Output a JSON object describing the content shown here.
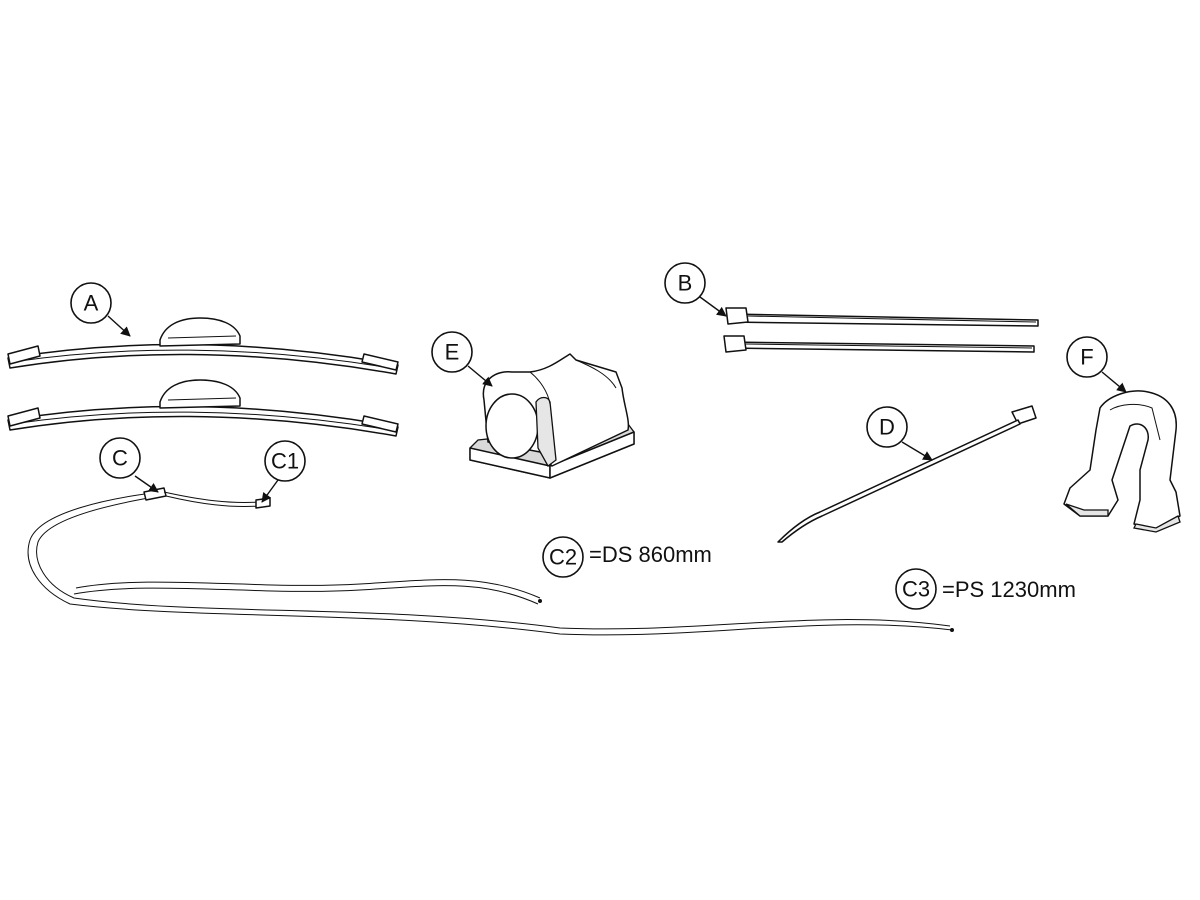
{
  "callouts": {
    "a": "A",
    "b": "B",
    "c": "C",
    "c1": "C1",
    "c2": "C2",
    "c3": "C3",
    "d": "D",
    "e": "E",
    "f": "F"
  },
  "notes": {
    "c2": "=DS 860mm",
    "c3": "=PS 1230mm"
  },
  "colors": {
    "line": "#111111",
    "background": "#ffffff"
  }
}
